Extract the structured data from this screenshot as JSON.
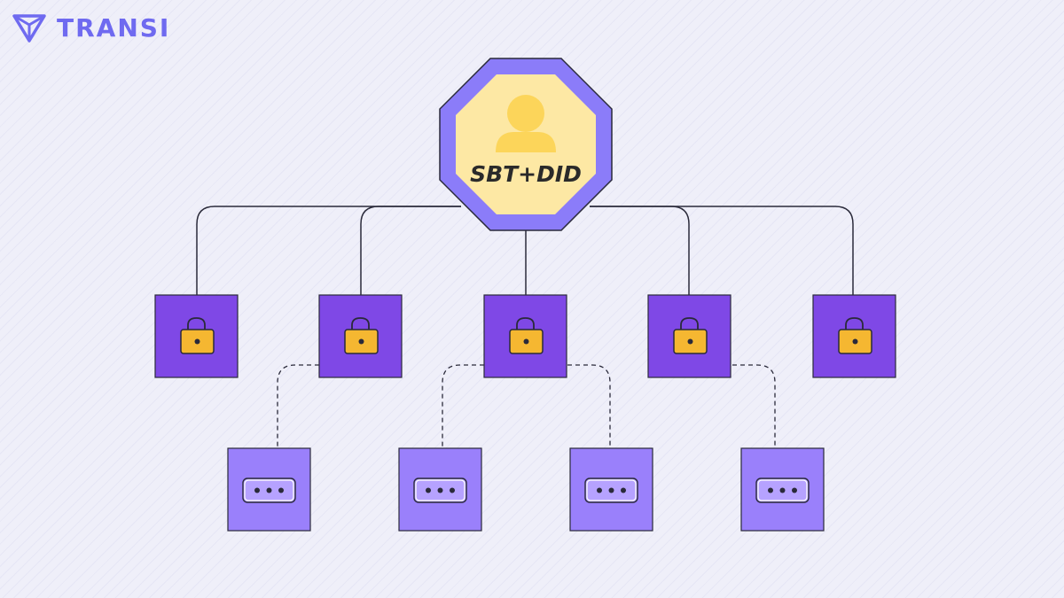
{
  "brand": {
    "name": "TRANSI",
    "logo_icon": "triangle-logo-icon",
    "color": "#6f6af0"
  },
  "diagram": {
    "root": {
      "label": "SBT+DID",
      "icon": "user-icon",
      "fill": "#fde8a4",
      "border": "#8b7cf9",
      "text_color": "#2a2a2a"
    },
    "locks": [
      {
        "id": "lock-1",
        "icon": "padlock-icon",
        "children": []
      },
      {
        "id": "lock-2",
        "icon": "padlock-icon",
        "children": [
          "item-1"
        ]
      },
      {
        "id": "lock-3",
        "icon": "padlock-icon",
        "children": [
          "item-2",
          "item-3"
        ]
      },
      {
        "id": "lock-4",
        "icon": "padlock-icon",
        "children": [
          "item-4"
        ]
      },
      {
        "id": "lock-5",
        "icon": "padlock-icon",
        "children": []
      }
    ],
    "items": [
      {
        "id": "item-1",
        "icon": "ellipsis-icon"
      },
      {
        "id": "item-2",
        "icon": "ellipsis-icon"
      },
      {
        "id": "item-3",
        "icon": "ellipsis-icon"
      },
      {
        "id": "item-4",
        "icon": "ellipsis-icon"
      }
    ],
    "colors": {
      "lock_box": "#7f48e6",
      "padlock": "#f5b731",
      "item_box": "#9a80fb",
      "item_inner": "#b6a2ff",
      "connector": "#2a2a3a"
    }
  }
}
